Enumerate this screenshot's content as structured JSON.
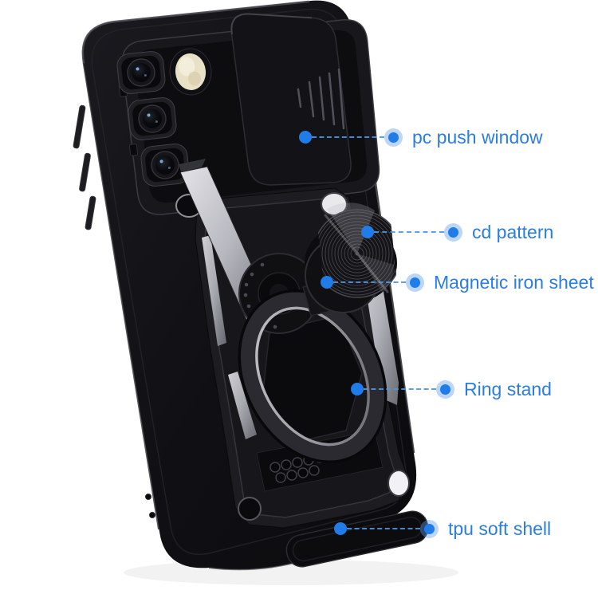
{
  "callouts": [
    {
      "label": "pc push window",
      "target": "camera-slide-cover"
    },
    {
      "label": "cd pattern",
      "target": "cd-pattern-disc"
    },
    {
      "label": "Magnetic iron sheet",
      "target": "magnetic-iron-sheet"
    },
    {
      "label": "Ring stand",
      "target": "ring-stand"
    },
    {
      "label": "tpu soft shell",
      "target": "tpu-shell-bottom"
    }
  ],
  "colors": {
    "accent": "#2b7de2",
    "dot": "#1f7ce8",
    "halo": "rgba(96,158,235,0.42)",
    "line": "#4b96e8",
    "bg": "#ffffff"
  }
}
